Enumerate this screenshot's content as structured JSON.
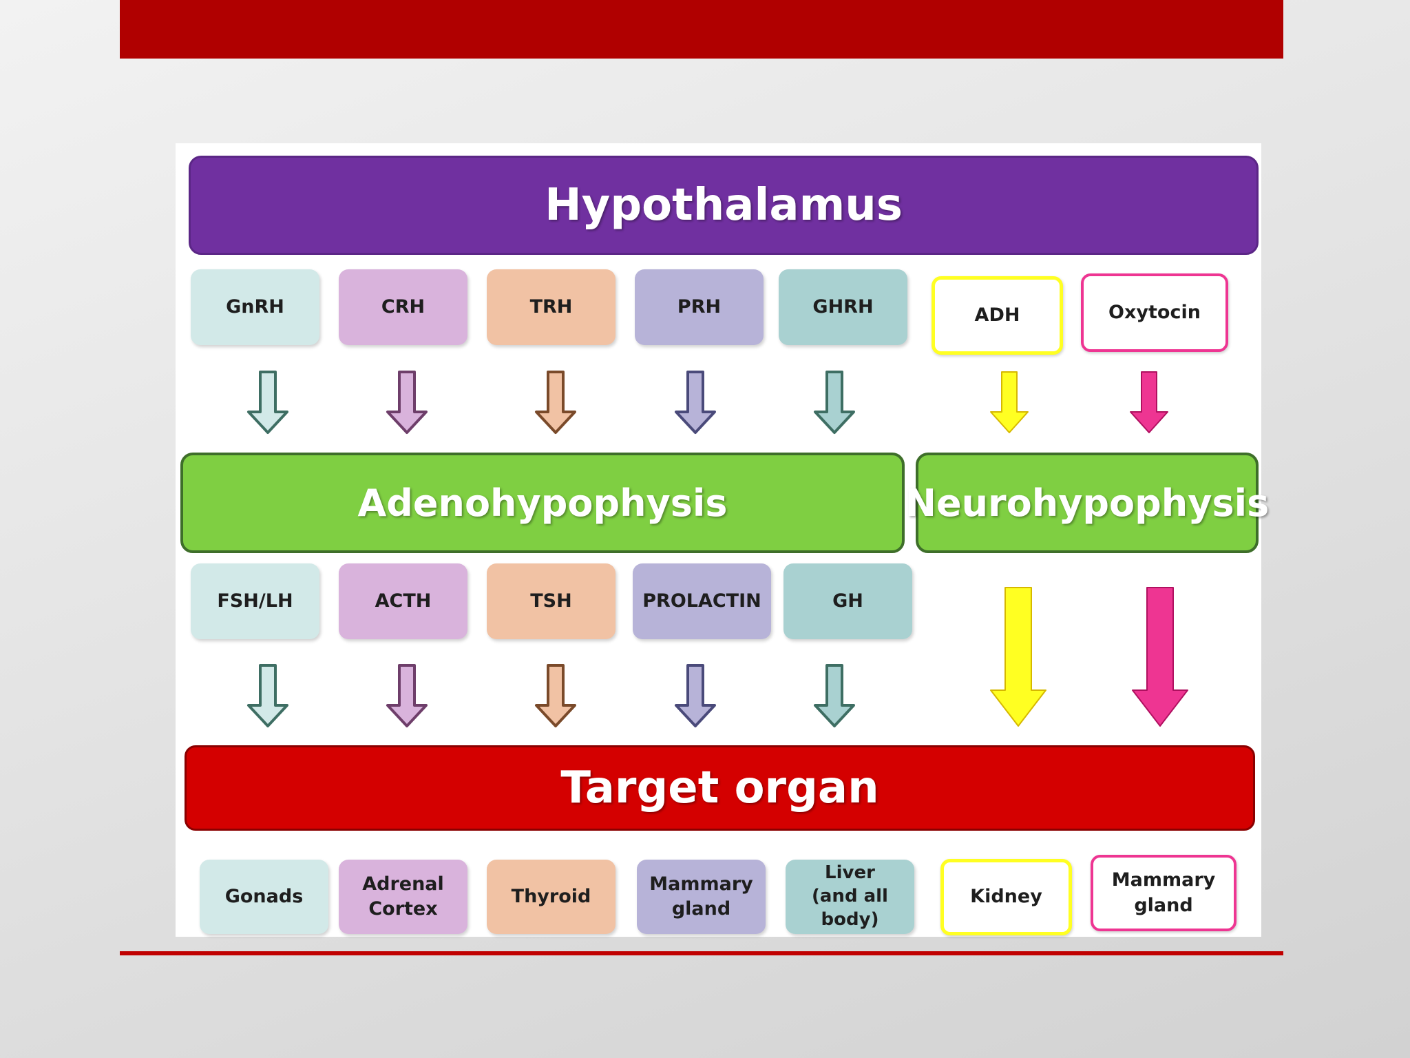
{
  "hypothalamus": {
    "label": "Hypothalamus"
  },
  "hypothalamic_hormones": [
    {
      "label": "GnRH"
    },
    {
      "label": "CRH"
    },
    {
      "label": "TRH"
    },
    {
      "label": "PRH"
    },
    {
      "label": "GHRH"
    },
    {
      "label": "ADH"
    },
    {
      "label": "Oxytocin"
    }
  ],
  "adenohypophysis": {
    "label": "Adenohypophysis"
  },
  "neurohypophysis": {
    "label": "Neurohypophysis"
  },
  "pituitary_hormones": [
    {
      "label": "FSH/LH"
    },
    {
      "label": "ACTH"
    },
    {
      "label": "TSH"
    },
    {
      "label": "PROLACTIN"
    },
    {
      "label": "GH"
    }
  ],
  "target_organ": {
    "label": "Target organ"
  },
  "targets": [
    {
      "label": "Gonads"
    },
    {
      "label": "Adrenal Cortex"
    },
    {
      "label": "Thyroid"
    },
    {
      "label": "Mammary gland"
    },
    {
      "label": "Liver (and all body)"
    },
    {
      "label": "Kidney"
    },
    {
      "label": "Mammary gland"
    }
  ],
  "colors": {
    "hypothalamus": "#7030a0",
    "pituitary": "#7fcf42",
    "target": "#d40000",
    "teal": "#d2e9e8",
    "pink": "#d9b3dc",
    "peach": "#f1c2a4",
    "lavender": "#b7b3d8",
    "teal2": "#a9d1d1",
    "adh": "#ffff22",
    "oxytocin": "#ee3592"
  }
}
